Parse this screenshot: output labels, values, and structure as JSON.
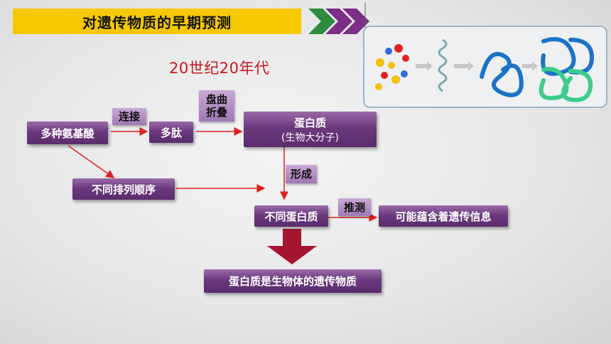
{
  "title": "对遗传物质的早期预测",
  "era": "20世纪20年代",
  "nodes": {
    "amino_acids": "多种氨基酸",
    "polypeptide": "多肽",
    "protein": "蛋白质",
    "protein_sub": "(生物大分子)",
    "different_order": "不同排列顺序",
    "different_proteins": "不同蛋白质",
    "may_contain": "可能蕴含着遗传信息",
    "conclusion": "蛋白质是生物体的遗传物质"
  },
  "labels": {
    "connect": "连接",
    "fold_1": "盘曲",
    "fold_2": "折叠",
    "form": "形成",
    "infer": "推测"
  },
  "colors": {
    "title_bg": "#f6c800",
    "accent_red": "#c8161d",
    "purple_dark": "#5a2c6c",
    "chevron_green": "#2e8b3e",
    "chevron_purple": "#7b2f86"
  }
}
